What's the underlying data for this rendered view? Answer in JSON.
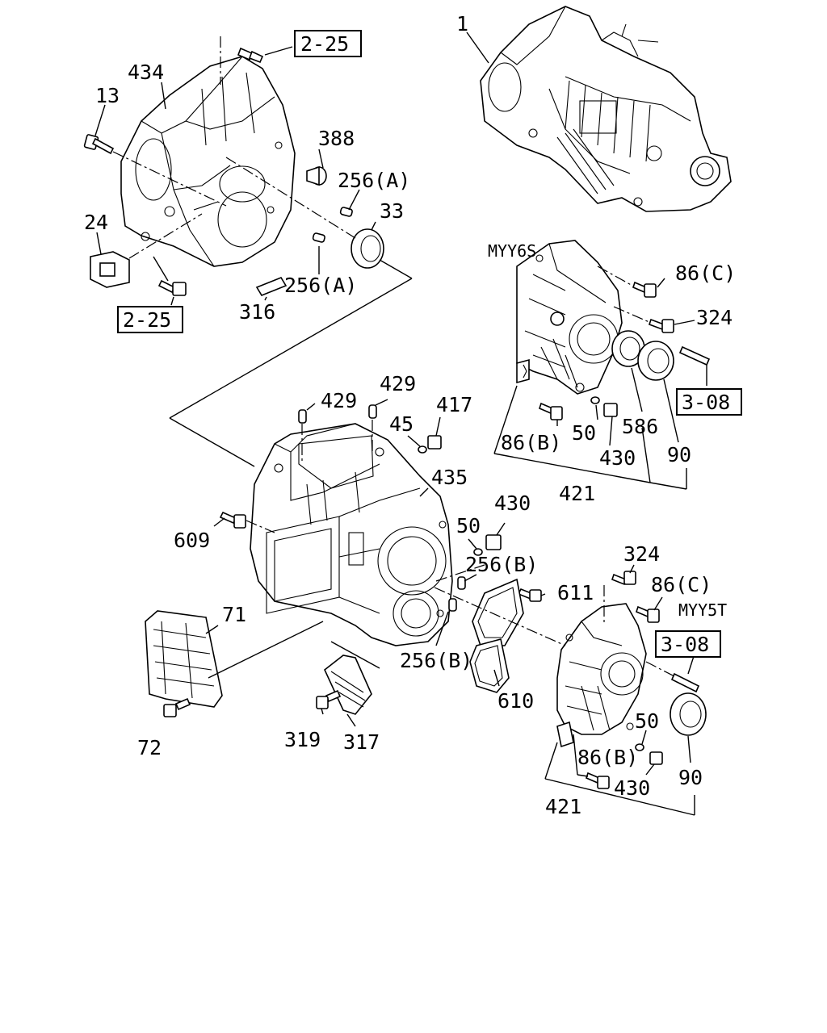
{
  "labels": {
    "l434": "434",
    "l13": "13",
    "l24": "24",
    "l388": "388",
    "l256a_1": "256(A)",
    "l33": "33",
    "l256a_2": "256(A)",
    "l316": "316",
    "l1": "1",
    "l429_1": "429",
    "l429_2": "429",
    "l45": "45",
    "l417": "417",
    "l435": "435",
    "l609": "609",
    "l50_1": "50",
    "l430_1": "430",
    "l256b_1": "256(B)",
    "l611": "611",
    "l71": "71",
    "l256b_2": "256(B)",
    "l610": "610",
    "l72": "72",
    "l319": "319",
    "l317": "317",
    "myy6s": "MYY6S",
    "l86c_1": "86(C)",
    "l324_1": "324",
    "l86b_1": "86(B)",
    "l50_2": "50",
    "l586": "586",
    "l430_2": "430",
    "l90_1": "90",
    "l421_1": "421",
    "l324_2": "324",
    "l86c_2": "86(C)",
    "myy5t": "MYY5T",
    "l50_3": "50",
    "l86b_2": "86(B)",
    "l90_2": "90",
    "l430_3": "430",
    "l421_2": "421"
  },
  "refs": {
    "r225_top": "2-25",
    "r225_bot": "2-25",
    "r308_top": "3-08",
    "r308_bot": "3-08"
  }
}
